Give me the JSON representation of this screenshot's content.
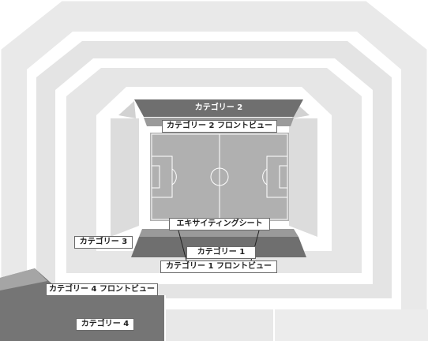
{
  "seat_map": {
    "labels": {
      "cat2": "カテゴリー 2",
      "cat2_front": "カテゴリー 2 フロントビュー",
      "exciting": "エキサイティングシート",
      "cat1": "カテゴリー 1",
      "cat1_front": "カテゴリー 1 フロントビュー",
      "cat3": "カテゴリー 3",
      "cat4_front": "カテゴリー 4 フロントビュー",
      "cat4": "カテゴリー 4"
    },
    "colors": {
      "outer_ring": "#e8e8e8",
      "inner_ring": "#e0e0e0",
      "category_dark": "#6f6f6f",
      "category_mid": "#9a9a9a",
      "pitch": "#b0b0b0",
      "pitch_lines": "#ffffff"
    }
  }
}
